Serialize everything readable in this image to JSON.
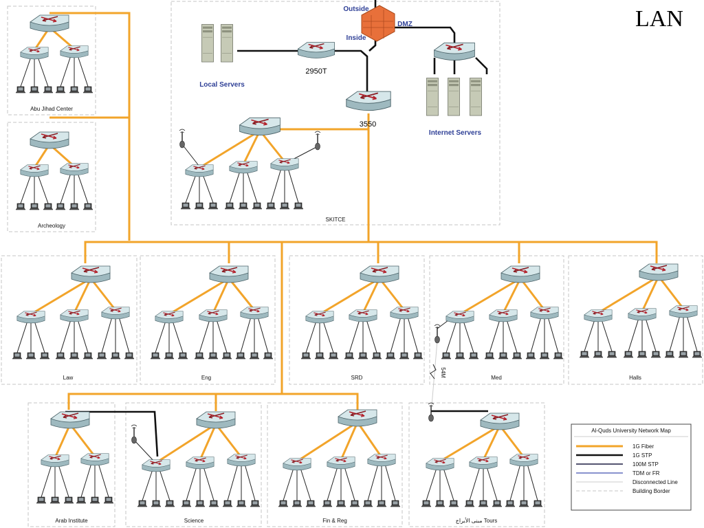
{
  "title": "LAN",
  "colors": {
    "fiber": "#f2a42a",
    "stp1g": "#111111",
    "stp100": "#1c1c40",
    "tdm": "#4050b0",
    "disconnected": "#cccccc",
    "border": "#c6c6c6",
    "firewall": "#e8703a",
    "server": "#c9cdb8",
    "switch": "#cfe3e6"
  },
  "core": {
    "outside_label": "Outside",
    "inside_label": "Inside",
    "dmz_label": "DMZ",
    "local_servers_label": "Local Servers",
    "internet_servers_label": "Internet Servers",
    "switch_2950_label": "2950T",
    "switch_3550_label": "3550",
    "wireless_link_label": "54M"
  },
  "buildings": [
    {
      "id": "abu-jihad-center",
      "label": "Abu Jihad Center"
    },
    {
      "id": "archeology",
      "label": "Archeology"
    },
    {
      "id": "skitce",
      "label": "SKITCE"
    },
    {
      "id": "law",
      "label": "Law"
    },
    {
      "id": "eng",
      "label": "Eng"
    },
    {
      "id": "srd",
      "label": "SRD"
    },
    {
      "id": "med",
      "label": "Med"
    },
    {
      "id": "halls",
      "label": "Halls"
    },
    {
      "id": "arab-institute",
      "label": "Arab Institute"
    },
    {
      "id": "science",
      "label": "Science"
    },
    {
      "id": "fin-reg",
      "label": "Fin & Reg"
    },
    {
      "id": "tours",
      "label": "مبنى الأبراج Tours"
    }
  ],
  "legend": {
    "title": "Al-Quds University Network Map",
    "items": [
      {
        "style": "fiber",
        "label": "1G Fiber"
      },
      {
        "style": "stp1g",
        "label": "1G STP"
      },
      {
        "style": "stp100",
        "label": "100M STP"
      },
      {
        "style": "tdm",
        "label": "TDM or FR"
      },
      {
        "style": "disconnected",
        "label": "Disconnected Line"
      },
      {
        "style": "border",
        "label": "Building Border"
      }
    ]
  }
}
